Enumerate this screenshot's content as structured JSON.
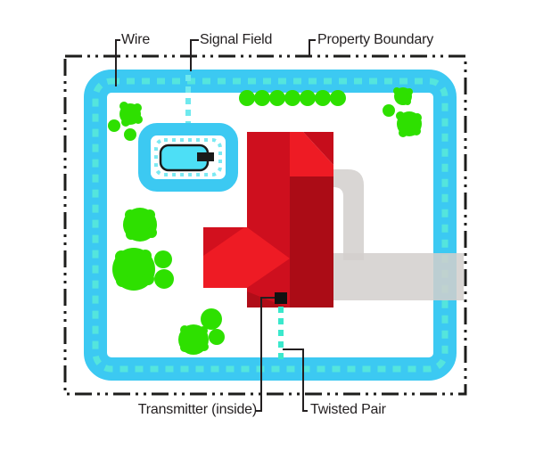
{
  "figure": {
    "kind": "invisible-fence-yard-diagram"
  },
  "labels": {
    "wire": "Wire",
    "signal_field": "Signal Field",
    "property_boundary": "Property Boundary",
    "transmitter": "Transmitter (inside)",
    "twisted_pair": "Twisted Pair"
  },
  "colors": {
    "wire": "#3cc9f2",
    "signal_dash": "#54e5dd",
    "branch_dash": "#6fe9ee",
    "pool_dash": "#7be9f2",
    "twisted_dash": "#3ae8cc",
    "pool_water": "#4ddff6",
    "tree": "#2ee000",
    "driveway": "#d2cfcd",
    "house_dark_red": "#ce0f1e",
    "house_bright_red": "#ee1b24",
    "house_medium_red": "#c60d1b",
    "house_maroon": "#ab0c16",
    "boundary": "#1d1d1b",
    "leader": "#231f20",
    "text": "#231f20"
  },
  "scene": {
    "elements": [
      "property-boundary",
      "wire-loop",
      "signal-field",
      "pool-wire-loop",
      "pool",
      "diving-board",
      "house",
      "driveway",
      "trees",
      "transmitter",
      "twisted-pair"
    ]
  }
}
